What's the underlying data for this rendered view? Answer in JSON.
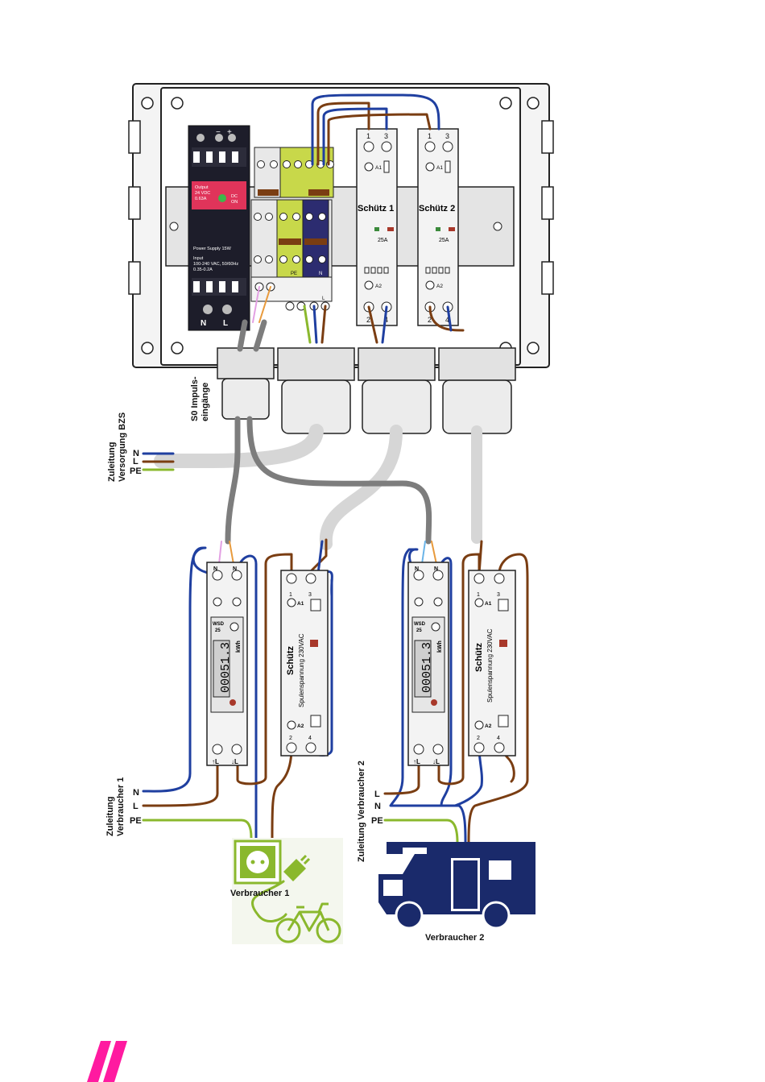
{
  "colors": {
    "blue": "#1f3fa0",
    "brown": "#7a3d12",
    "grey": "#7d7d7d",
    "lightgrey": "#d6d6d6",
    "green_yellow": "#8ab82d",
    "pink": "#ff1aa0",
    "red_led": "#a8382a",
    "psu_red": "#e0345a",
    "psu_dark": "#1d1d2a",
    "navy": "#1a2a6b",
    "bike_green": "#8ab82d"
  },
  "psu": {
    "output_l1": "Output",
    "output_l2": "24 VDC",
    "output_l3": "0.63A",
    "dc_l1": "DC",
    "dc_l2": "ON",
    "model": "Power Supply 15W",
    "input_l1": "Input",
    "input_l2": "100-240 VAC, 50/60Hz",
    "input_l3": "0.35-0.2A",
    "minus": "−",
    "plus": "+",
    "n": "N",
    "l": "L"
  },
  "terminals": {
    "pe": "PE",
    "n": "N",
    "l": "L"
  },
  "contactor1": {
    "name": "Schütz 1",
    "rating": "25A",
    "t1": "1",
    "t3": "3",
    "t2": "2",
    "t4": "4",
    "a1": "A1",
    "a2": "A2"
  },
  "contactor2": {
    "name": "Schütz 2",
    "rating": "25A",
    "t1": "1",
    "t3": "3",
    "t2": "2",
    "t4": "4",
    "a1": "A1",
    "a2": "A2"
  },
  "s0_label_l1": "S0 Impuls-",
  "s0_label_l2": "eingänge",
  "supply": {
    "title_l1": "Zuleitung",
    "title_l2": "Versorgung BZS",
    "n": "N",
    "l": "L",
    "pe": "PE"
  },
  "meter1": {
    "model_l1": "WSD",
    "model_l2": "25",
    "unit": "kWh",
    "reading": "00051.3",
    "top_n1": "N",
    "top_n2": "N",
    "bot_l1": "↑L",
    "bot_l2": "↓L"
  },
  "meter2": {
    "model_l1": "WSD",
    "model_l2": "25",
    "unit": "kWh",
    "reading": "00051.3",
    "top_n1": "N",
    "top_n2": "N",
    "bot_l1": "↑L",
    "bot_l2": "↓L"
  },
  "relay1": {
    "name": "Schütz",
    "coil": "Spulenspannung 230VAC",
    "t1": "1",
    "t3": "3",
    "t2": "2",
    "t4": "4",
    "a1": "A1",
    "a2": "A2"
  },
  "relay2": {
    "name": "Schütz",
    "coil": "Spulenspannung 230VAC",
    "t1": "1",
    "t3": "3",
    "t2": "2",
    "t4": "4",
    "a1": "A1",
    "a2": "A2"
  },
  "consumer1": {
    "feed_l1": "Zuleitung",
    "feed_l2": "Verbraucher 1",
    "n": "N",
    "l": "L",
    "pe": "PE",
    "name": "Verbraucher 1"
  },
  "consumer2": {
    "feed": "Zuleitung Verbraucher 2",
    "l": "L",
    "n": "N",
    "pe": "PE",
    "name": "Verbraucher 2"
  }
}
